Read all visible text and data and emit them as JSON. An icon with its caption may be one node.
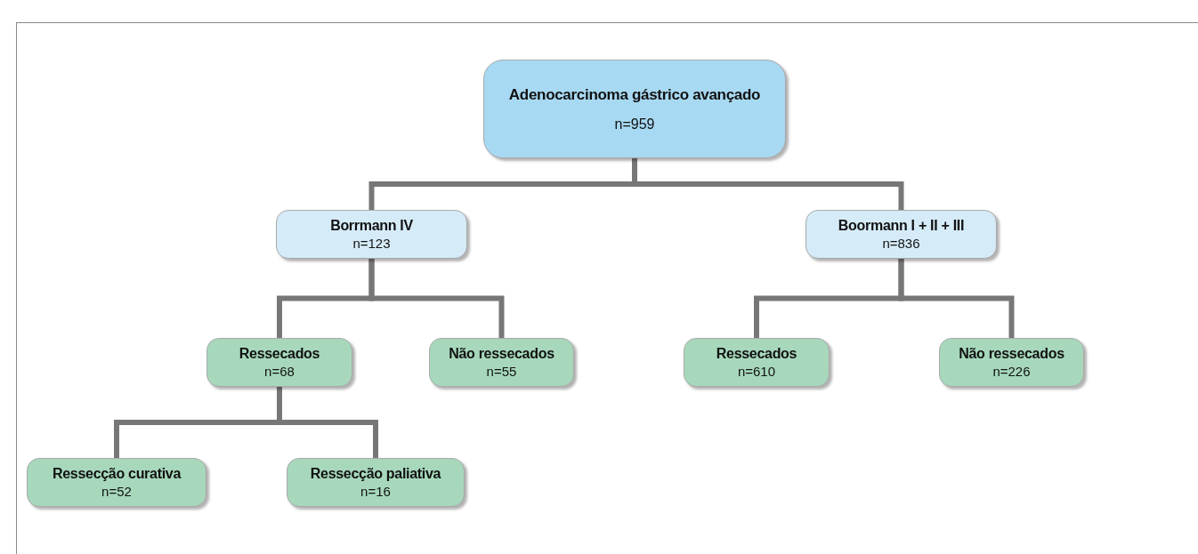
{
  "diagram": {
    "nodes": [
      {
        "text": [
          "Adenocarcinoma gástrico avançado",
          "n=959"
        ]
      },
      {
        "text": [
          "Borrmann IV",
          "n=123"
        ]
      },
      {
        "text": [
          "Boormann I + II + III",
          "n=836"
        ]
      },
      {
        "text": [
          "Ressecados",
          "n=68"
        ]
      },
      {
        "text": [
          "Não ressecados",
          "n=55"
        ]
      },
      {
        "text": [
          "Ressecados",
          "n=610"
        ]
      },
      {
        "text": [
          "Não ressecados",
          "n=226"
        ]
      },
      {
        "text": [
          "Ressecção curativa",
          "n=52"
        ]
      },
      {
        "text": [
          "Ressecção paliativa",
          "n=16"
        ]
      }
    ],
    "edges": [
      {
        "from": 0,
        "to": 1,
        "arrow": "none"
      },
      {
        "from": 0,
        "to": 2,
        "arrow": "none"
      },
      {
        "from": 1,
        "to": 3,
        "arrow": "none"
      },
      {
        "from": 1,
        "to": 4,
        "arrow": "none"
      },
      {
        "from": 2,
        "to": 5,
        "arrow": "none"
      },
      {
        "from": 2,
        "to": 6,
        "arrow": "none"
      },
      {
        "from": 3,
        "to": 7,
        "arrow": "none"
      },
      {
        "from": 3,
        "to": 8,
        "arrow": "none"
      }
    ]
  }
}
